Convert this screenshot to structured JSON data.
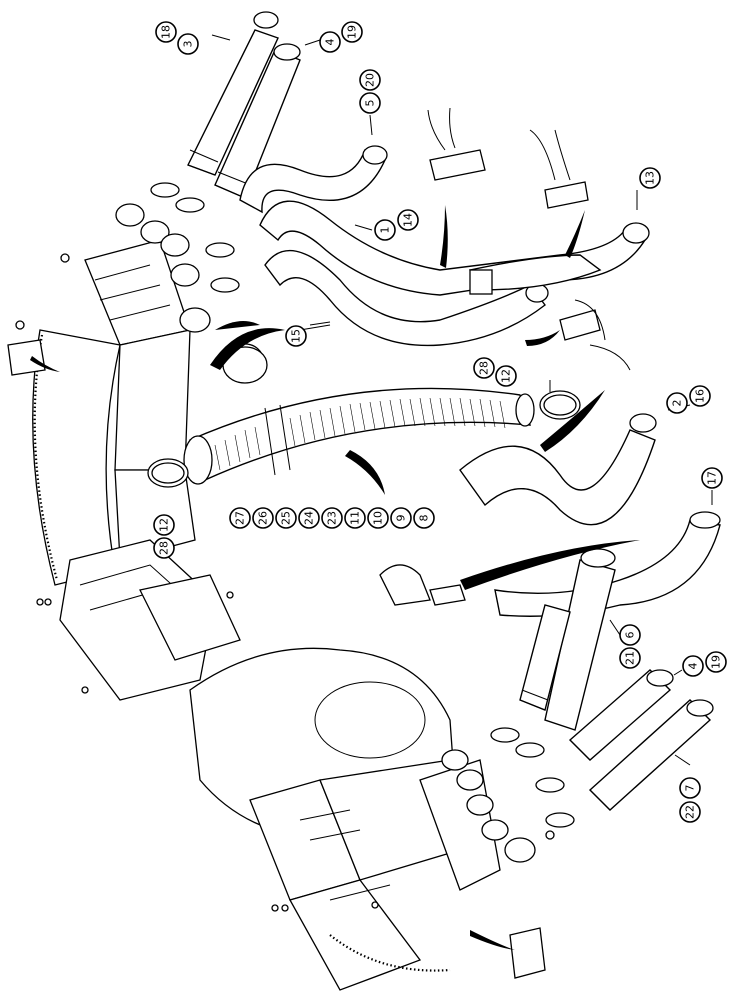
{
  "colors": {
    "line": "#000000",
    "background": "#ffffff"
  },
  "callouts": {
    "c18a": "18",
    "c3": "3",
    "c4a": "4",
    "c19a": "19",
    "c5": "5",
    "c20": "20",
    "c1": "1",
    "c14": "14",
    "c13": "13",
    "c15": "15",
    "c28a": "28",
    "c12a": "12",
    "c2": "2",
    "c16": "16",
    "c17": "17",
    "c27": "27",
    "c26": "26",
    "c25": "25",
    "c24": "24",
    "c23": "23",
    "c11": "11",
    "c10": "10",
    "c9": "9",
    "c8": "8",
    "c28b": "28",
    "c12b": "12",
    "c6": "6",
    "c21": "21",
    "c4b": "4",
    "c19b": "19",
    "c7": "7",
    "c22": "22"
  }
}
